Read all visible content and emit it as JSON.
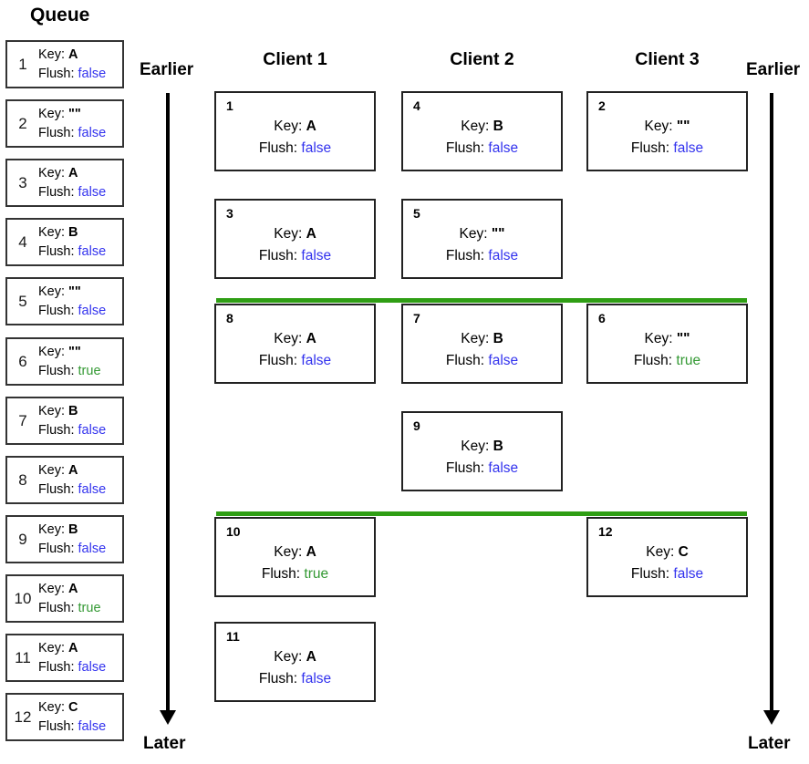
{
  "queue_title": "Queue",
  "labels": {
    "key": "Key:",
    "flush": "Flush:"
  },
  "timeline": {
    "earlier": "Earlier",
    "later": "Later"
  },
  "colors": {
    "flush_true": "#339933",
    "flush_false": "#3333ee",
    "sync_line": "#2f9e14",
    "box_border": "#333333",
    "arrow": "#000000"
  },
  "clients": [
    {
      "name": "Client 1"
    },
    {
      "name": "Client 2"
    },
    {
      "name": "Client 3"
    }
  ],
  "queue": [
    {
      "n": "1",
      "key": "A",
      "flush": "false"
    },
    {
      "n": "2",
      "key": "\"\"",
      "flush": "false"
    },
    {
      "n": "3",
      "key": "A",
      "flush": "false"
    },
    {
      "n": "4",
      "key": "B",
      "flush": "false"
    },
    {
      "n": "5",
      "key": "\"\"",
      "flush": "false"
    },
    {
      "n": "6",
      "key": "\"\"",
      "flush": "true"
    },
    {
      "n": "7",
      "key": "B",
      "flush": "false"
    },
    {
      "n": "8",
      "key": "A",
      "flush": "false"
    },
    {
      "n": "9",
      "key": "B",
      "flush": "false"
    },
    {
      "n": "10",
      "key": "A",
      "flush": "true"
    },
    {
      "n": "11",
      "key": "A",
      "flush": "false"
    },
    {
      "n": "12",
      "key": "C",
      "flush": "false"
    }
  ],
  "operations": [
    {
      "n": "1",
      "client": 1,
      "row": 0,
      "key": "A",
      "flush": "false"
    },
    {
      "n": "4",
      "client": 2,
      "row": 0,
      "key": "B",
      "flush": "false"
    },
    {
      "n": "2",
      "client": 3,
      "row": 0,
      "key": "\"\"",
      "flush": "false"
    },
    {
      "n": "3",
      "client": 1,
      "row": 1,
      "key": "A",
      "flush": "false"
    },
    {
      "n": "5",
      "client": 2,
      "row": 1,
      "key": "\"\"",
      "flush": "false"
    },
    {
      "n": "8",
      "client": 1,
      "row": 2,
      "key": "A",
      "flush": "false"
    },
    {
      "n": "7",
      "client": 2,
      "row": 2,
      "key": "B",
      "flush": "false"
    },
    {
      "n": "6",
      "client": 3,
      "row": 2,
      "key": "\"\"",
      "flush": "true"
    },
    {
      "n": "9",
      "client": 2,
      "row": 3,
      "key": "B",
      "flush": "false"
    },
    {
      "n": "10",
      "client": 1,
      "row": 4,
      "key": "A",
      "flush": "true"
    },
    {
      "n": "12",
      "client": 3,
      "row": 4,
      "key": "C",
      "flush": "false"
    },
    {
      "n": "11",
      "client": 1,
      "row": 5,
      "key": "A",
      "flush": "false"
    }
  ],
  "sync_lines": [
    {
      "before_row": 2
    },
    {
      "before_row": 4
    }
  ]
}
